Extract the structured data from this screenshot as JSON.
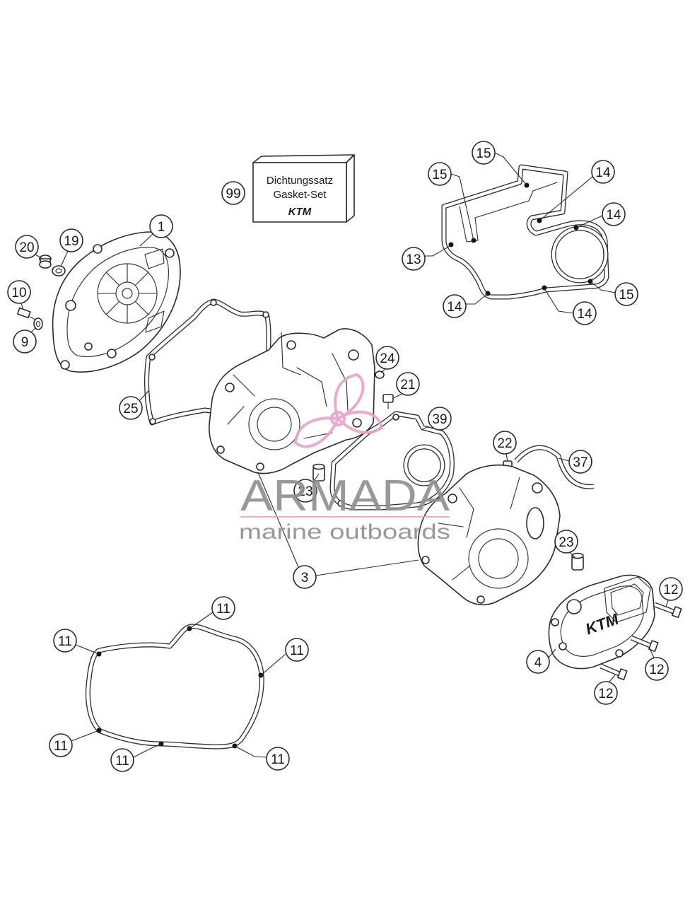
{
  "kit_box": {
    "line1": "Dichtungssatz",
    "line2": "Gasket-Set",
    "logo": "KTM"
  },
  "callouts": [
    "99",
    "1",
    "20",
    "19",
    "10",
    "9",
    "25",
    "24",
    "21",
    "39",
    "22",
    "37",
    "23",
    "23",
    "3",
    "15",
    "15",
    "14",
    "14",
    "13",
    "14",
    "15",
    "14",
    "11",
    "11",
    "11",
    "11",
    "11",
    "11",
    "12",
    "12",
    "12",
    "4"
  ],
  "watermark": {
    "brand": "ARMADA",
    "tagline": "marine outboards"
  },
  "colors": {
    "line": "#2b2b2b",
    "watermark_grey": "#8f8f8f",
    "watermark_pink": "#e6a3c9"
  }
}
